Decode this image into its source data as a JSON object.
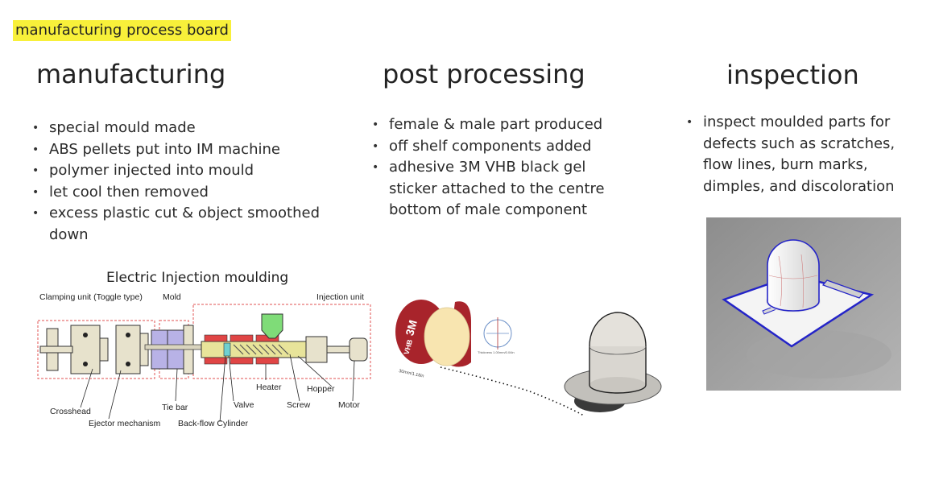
{
  "board": {
    "title": "manufacturing process board"
  },
  "columns": [
    {
      "heading": "manufacturing",
      "bullets": [
        "special mould made",
        "ABS pellets put into IM machine",
        "polymer injected into mould",
        "let cool then removed",
        "excess plastic cut & object smoothed down"
      ]
    },
    {
      "heading": "post processing",
      "bullets": [
        "female & male part produced",
        "off shelf components added",
        "adhesive 3M VHB black gel sticker attached to the centre bottom of male component"
      ]
    },
    {
      "heading": "inspection",
      "bullets": [
        "inspect moulded parts for defects such as scratches, flow lines, burn marks, dimples, and discoloration"
      ]
    }
  ],
  "diagram": {
    "title": "Electric Injection moulding",
    "labels": {
      "clamping_unit": "Clamping unit (Toggle type)",
      "mold": "Mold",
      "injection_unit": "Injection unit",
      "heater": "Heater",
      "hopper": "Hopper",
      "crosshead": "Crosshead",
      "tie_bar": "Tie bar",
      "valve": "Valve",
      "screw": "Screw",
      "motor": "Motor",
      "ejector": "Ejector mechanism",
      "backflow": "Back-flow Cylinder"
    }
  },
  "sticker": {
    "brand": "3M",
    "brand_side": "VHB",
    "size_label": "30mm/1.18in",
    "thickness_label": "Thickness 1.00mm/0.04in"
  }
}
